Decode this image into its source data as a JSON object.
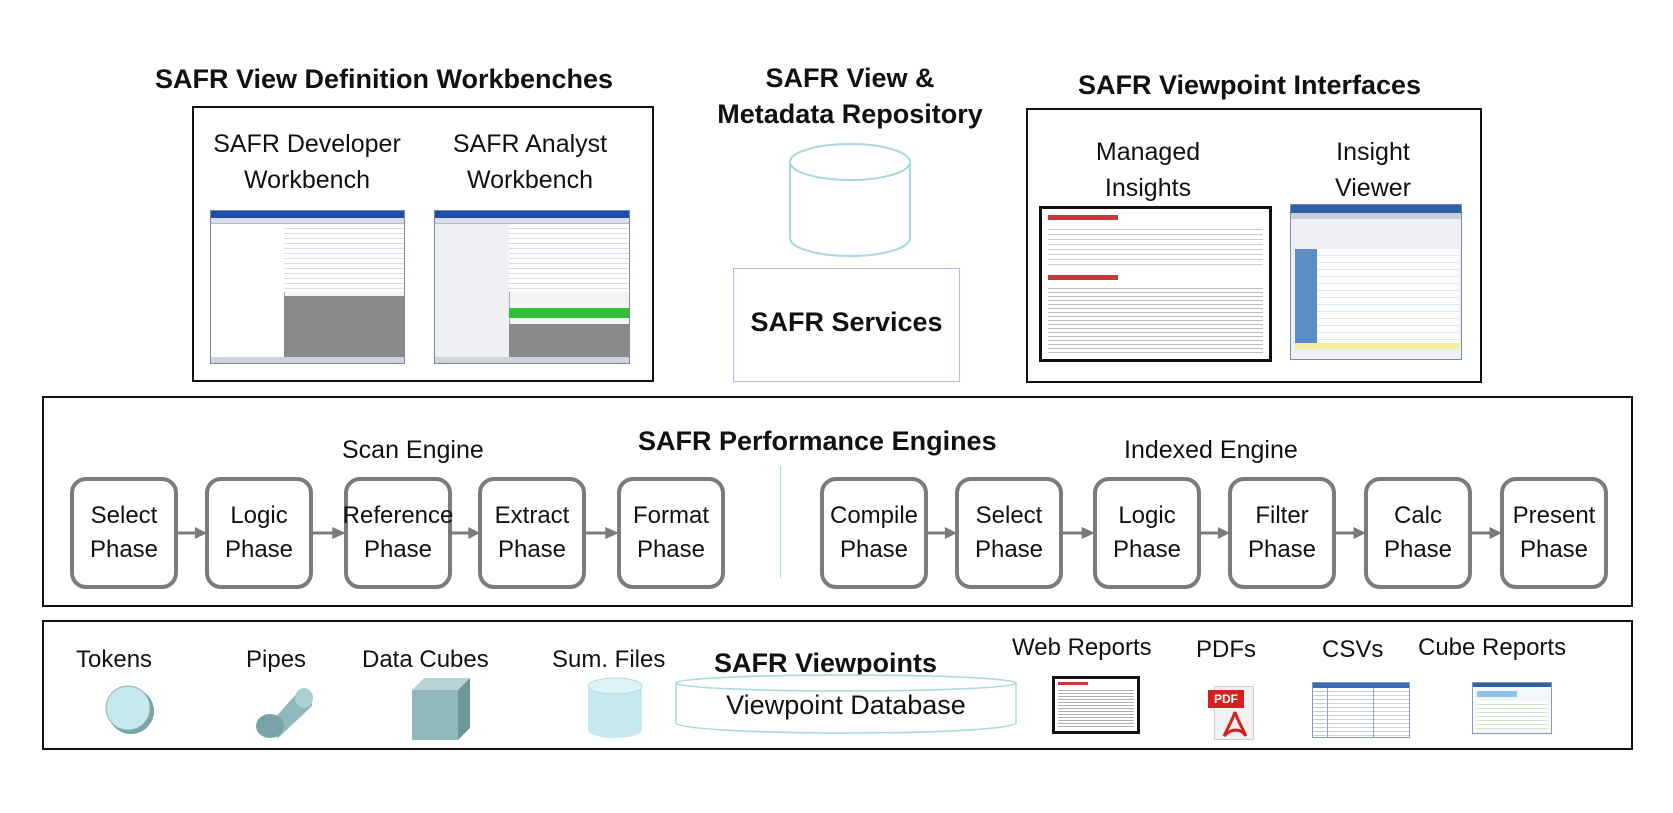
{
  "workbenches": {
    "title": "SAFR View Definition Workbenches",
    "developer": "SAFR Developer\nWorkbench",
    "analyst": "SAFR Analyst\nWorkbench"
  },
  "repository": {
    "title": "SAFR View &\nMetadata Repository",
    "services": "SAFR Services"
  },
  "interfaces": {
    "title": "SAFR Viewpoint Interfaces",
    "managed": "Managed\nInsights",
    "viewer": "Insight\nViewer"
  },
  "engines": {
    "title": "SAFR Performance Engines",
    "scan_title": "Scan Engine",
    "indexed_title": "Indexed Engine",
    "scan_phases": [
      "Select\nPhase",
      "Logic\nPhase",
      "Reference\nPhase",
      "Extract\nPhase",
      "Format\nPhase"
    ],
    "indexed_phases": [
      "Compile\nPhase",
      "Select\nPhase",
      "Logic\nPhase",
      "Filter\nPhase",
      "Calc\nPhase",
      "Present\nPhase"
    ]
  },
  "viewpoints": {
    "title": "SAFR Viewpoints",
    "database": "Viewpoint Database",
    "items": [
      "Tokens",
      "Pipes",
      "Data Cubes",
      "Sum. Files"
    ],
    "outputs": [
      "Web Reports",
      "PDFs",
      "CSVs",
      "Cube Reports"
    ],
    "pdf_icon_text": "PDF"
  },
  "colors": {
    "phase_border": "#7b7b7b",
    "cylinder": "#a8d8df",
    "icon_fill": "#8fb8bc",
    "pdf_red": "#d32020"
  }
}
